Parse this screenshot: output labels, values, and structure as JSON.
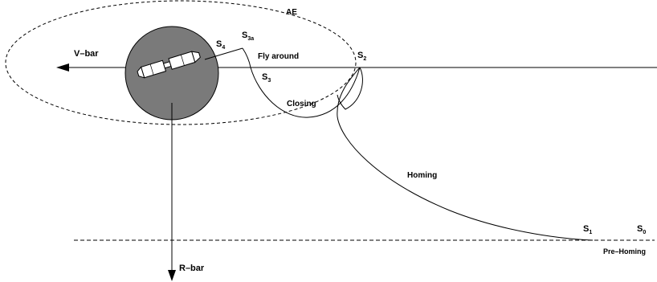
{
  "labels": {
    "ae": "AE",
    "v_bar": "V–bar",
    "r_bar": "R–bar",
    "fly_around": "Fly around",
    "closing": "Closing",
    "homing": "Homing",
    "pre_homing": "Pre–Homing"
  },
  "points": {
    "s4": {
      "letter": "S",
      "sub": "4"
    },
    "s3a": {
      "letter": "S",
      "sub": "3a"
    },
    "s3": {
      "letter": "S",
      "sub": "3"
    },
    "s2": {
      "letter": "S",
      "sub": "2"
    },
    "s1": {
      "letter": "S",
      "sub": "1"
    },
    "s0": {
      "letter": "S",
      "sub": "0"
    }
  },
  "colors": {
    "target_fill": "#7a7a7a",
    "line": "#000000"
  }
}
